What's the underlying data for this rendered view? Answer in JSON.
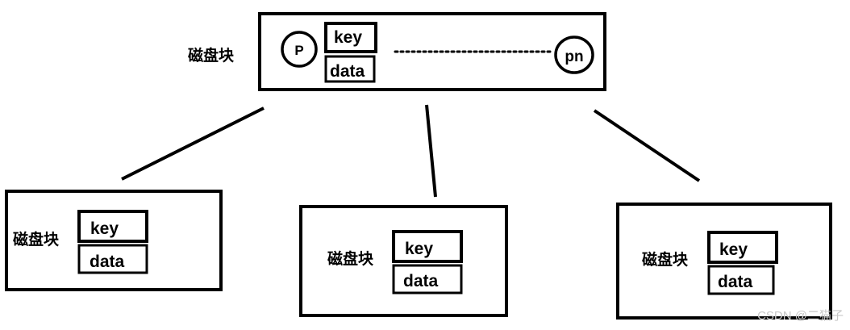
{
  "root": {
    "block_label": "磁盘块",
    "pointer_first": "P",
    "pointer_last": "pn",
    "key_label": "key",
    "data_label": "data"
  },
  "children": [
    {
      "block_label": "磁盘块",
      "key_label": "key",
      "data_label": "data"
    },
    {
      "block_label": "磁盘块",
      "key_label": "key",
      "data_label": "data"
    },
    {
      "block_label": "磁盘块",
      "key_label": "key",
      "data_label": "data"
    }
  ],
  "watermark": "CSDN @二猫子"
}
